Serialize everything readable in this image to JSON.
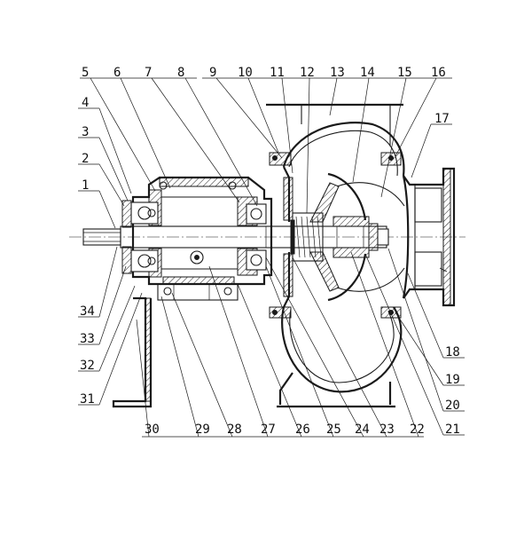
{
  "top_labels": [
    "5",
    "6",
    "7",
    "8",
    "9",
    "10",
    "11",
    "12",
    "13",
    "14",
    "15",
    "16"
  ],
  "left_labels": [
    "4",
    "3",
    "2",
    "1",
    "34",
    "33",
    "32",
    "31"
  ],
  "right_labels": [
    "17",
    "18",
    "19",
    "20",
    "21"
  ],
  "bottom_labels": [
    "30",
    "29",
    "28",
    "27",
    "26",
    "25",
    "24",
    "23",
    "22"
  ]
}
